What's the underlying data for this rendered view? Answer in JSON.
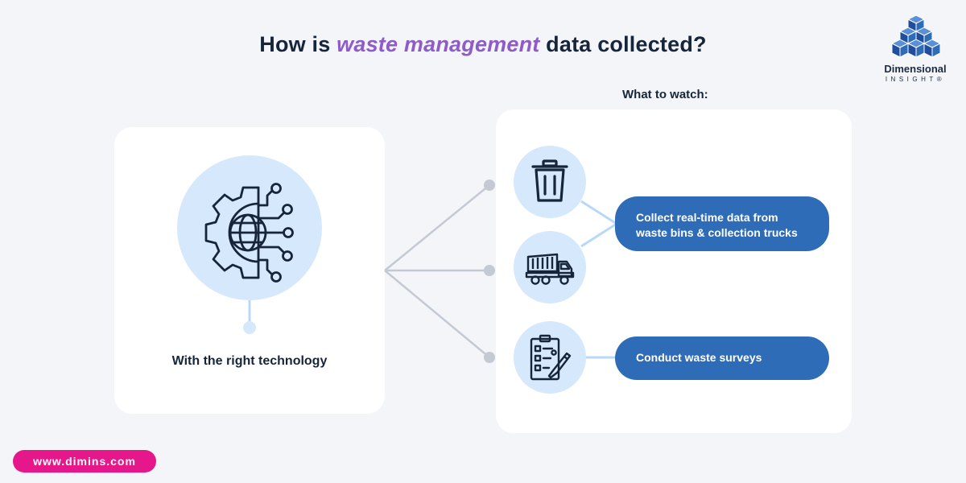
{
  "title": {
    "prefix": "How is ",
    "highlight": "waste management",
    "suffix": " data collected?"
  },
  "logo": {
    "name": "Dimensional",
    "sub": "INSIGHT®"
  },
  "watch_label": "What to watch:",
  "source": {
    "label": "With the right technology",
    "icon": "digital-globe-gear-icon"
  },
  "sources_icons": [
    {
      "icon": "trash-bin-icon"
    },
    {
      "icon": "dump-truck-icon"
    },
    {
      "icon": "survey-clipboard-icon"
    }
  ],
  "actions": [
    {
      "label_line1": "Collect real-time data from",
      "label_line2": "waste bins & collection trucks"
    },
    {
      "label": "Conduct waste surveys"
    }
  ],
  "footer": {
    "url": "www.dimins.com"
  },
  "colors": {
    "background": "#f3f5f9",
    "card": "#ffffff",
    "circle": "#d6e8fb",
    "pill": "#2f6cb8",
    "highlight": "#8e5bc8",
    "url_badge": "#e6178a",
    "connector": "#c4cad3"
  }
}
